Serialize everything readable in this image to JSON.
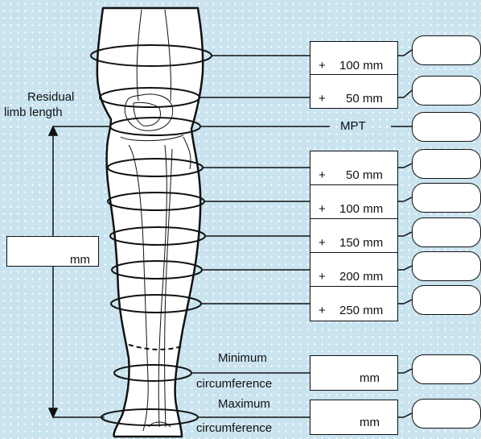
{
  "residual_limb": {
    "label_line1": "Residual",
    "label_line2": "limb length",
    "unit": "mm"
  },
  "levels": [
    {
      "prefix": "+",
      "value": "100 mm"
    },
    {
      "prefix": "+",
      "value": "50 mm"
    },
    {
      "prefix": "",
      "value": "MPT"
    },
    {
      "prefix": "+",
      "value": "50 mm"
    },
    {
      "prefix": "+",
      "value": "100 mm"
    },
    {
      "prefix": "+",
      "value": "150 mm"
    },
    {
      "prefix": "+",
      "value": "200 mm"
    },
    {
      "prefix": "+",
      "value": "250 mm"
    }
  ],
  "minimum": {
    "label_line1": "Minimum",
    "label_line2": "circumference",
    "unit": "mm"
  },
  "maximum": {
    "label_line1": "Maximum",
    "label_line2": "circumference",
    "unit": "mm"
  },
  "colors": {
    "background": "#c9e3ef",
    "line": "#111111",
    "box": "#ffffff"
  }
}
